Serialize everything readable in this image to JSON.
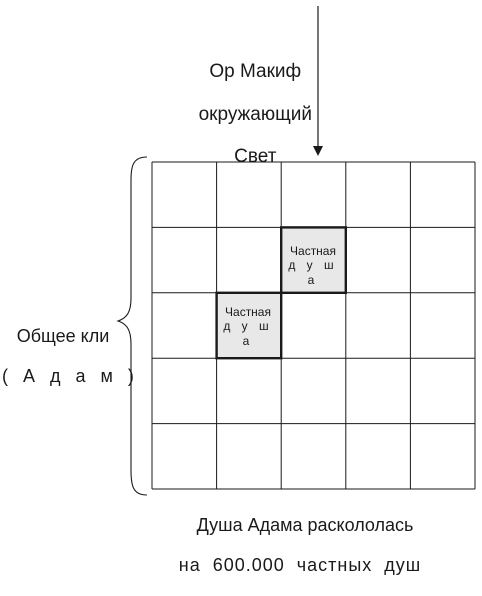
{
  "light_label": {
    "line1": "Ор Макиф",
    "line2": "окружающий",
    "line3": "Свет"
  },
  "vessel_label": {
    "line1": "Общее кли",
    "line2": "( А д а м )"
  },
  "private_souls": [
    {
      "line1": "Частная",
      "line2": "д у ш а"
    },
    {
      "line1": "Частная",
      "line2": "д у ш а"
    }
  ],
  "caption": {
    "line1": "Душа Адама раскололась",
    "line2": "на  600.000  частных  душ"
  },
  "grid": {
    "rows": 5,
    "cols": 5
  },
  "colors": {
    "lines": "#1a1a1a",
    "highlight_fill": "#e8e8e8"
  }
}
